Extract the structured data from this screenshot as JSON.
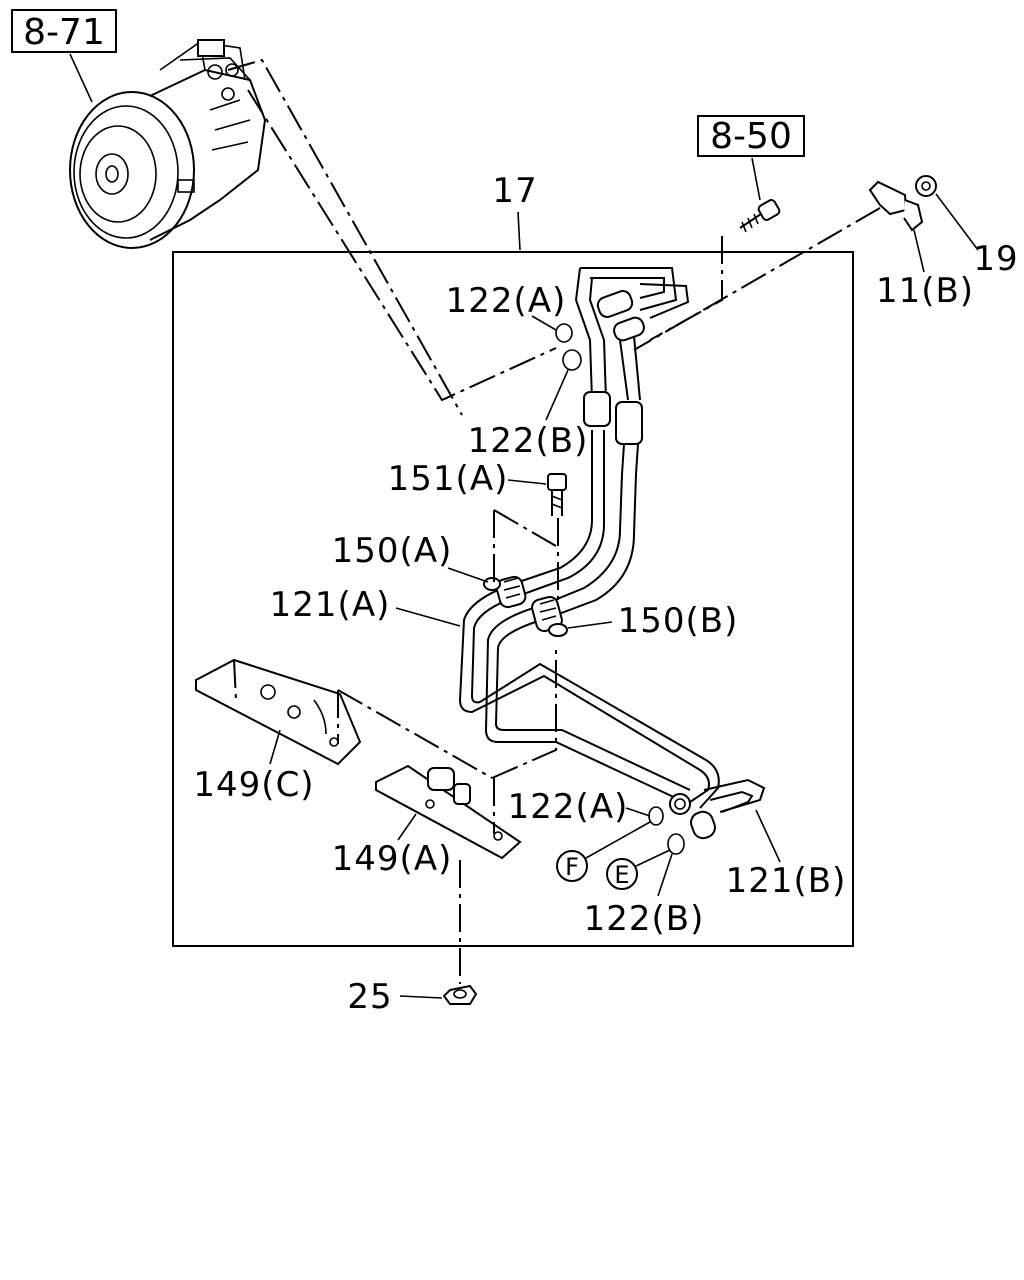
{
  "diagram": {
    "ref_boxes": [
      {
        "id": "ref-8-71",
        "text": "8-71"
      },
      {
        "id": "ref-8-50",
        "text": "8-50"
      }
    ],
    "callouts": {
      "c17": "17",
      "c19": "19",
      "c11b": "11(B)",
      "c122a_top": "122(A)",
      "c122b_top": "122(B)",
      "c151a": "151(A)",
      "c150a": "150(A)",
      "c121a": "121(A)",
      "c150b": "150(B)",
      "c149c": "149(C)",
      "c149a": "149(A)",
      "c122a_bot": "122(A)",
      "c122b_bot": "122(B)",
      "c121b": "121(B)",
      "c25": "25"
    },
    "circled": {
      "f": "F",
      "e": "E"
    }
  }
}
